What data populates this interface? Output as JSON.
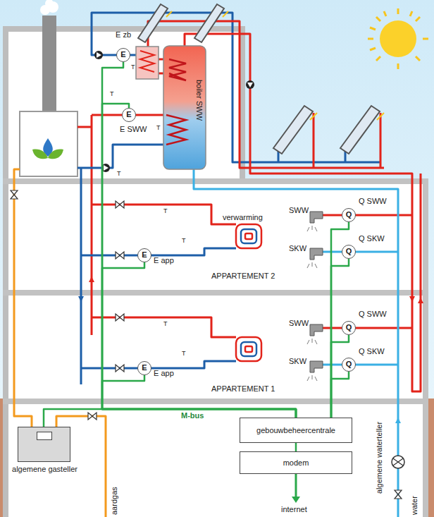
{
  "diagram": {
    "nodes": [
      {
        "text": [
          "E zb",
          "E"
        ]
      },
      {
        "text": [
          "E SWW",
          "E"
        ]
      },
      {
        "text": [
          "boiler SWW"
        ]
      },
      {
        "text": [
          "E app",
          "E"
        ]
      },
      {
        "text": [
          "Q SWW",
          "Q"
        ]
      },
      {
        "text": [
          "Q SKW",
          "Q"
        ]
      },
      {
        "text": [
          "E app",
          "E"
        ]
      },
      {
        "text": [
          "Q SWW",
          "Q"
        ]
      },
      {
        "text": [
          "Q SKW",
          "Q"
        ]
      },
      {
        "text": [
          "algemene gasteller"
        ]
      },
      {
        "text": [
          "gebouwbeheercentrale"
        ]
      },
      {
        "text": [
          "modem"
        ]
      }
    ],
    "edges": [
      {
        "from": 9,
        "to": 10,
        "label": "M-bus",
        "arrow": "none"
      },
      {
        "from": 10,
        "to": 11,
        "arrow": "none"
      },
      {
        "from": 0,
        "to": 10,
        "arrow": "none"
      },
      {
        "from": 1,
        "to": 10,
        "arrow": "none"
      },
      {
        "from": 3,
        "to": 10,
        "arrow": "none"
      },
      {
        "from": 6,
        "to": 10,
        "arrow": "none"
      },
      {
        "from": 4,
        "to": 10,
        "arrow": "none"
      },
      {
        "from": 5,
        "to": 10,
        "arrow": "none"
      },
      {
        "from": 7,
        "to": 10,
        "arrow": "none"
      },
      {
        "from": 8,
        "to": 10,
        "arrow": "none"
      }
    ],
    "labels": [
      "T",
      "T",
      "T",
      "T",
      "T",
      "T",
      "T",
      "T",
      "verwarming",
      "APPARTEMENT 2",
      "SWW",
      "SKW",
      "APPARTEMENT 1",
      "SWW",
      "SKW",
      "internet",
      "aardgas",
      "algemene waterteller",
      "water"
    ]
  }
}
